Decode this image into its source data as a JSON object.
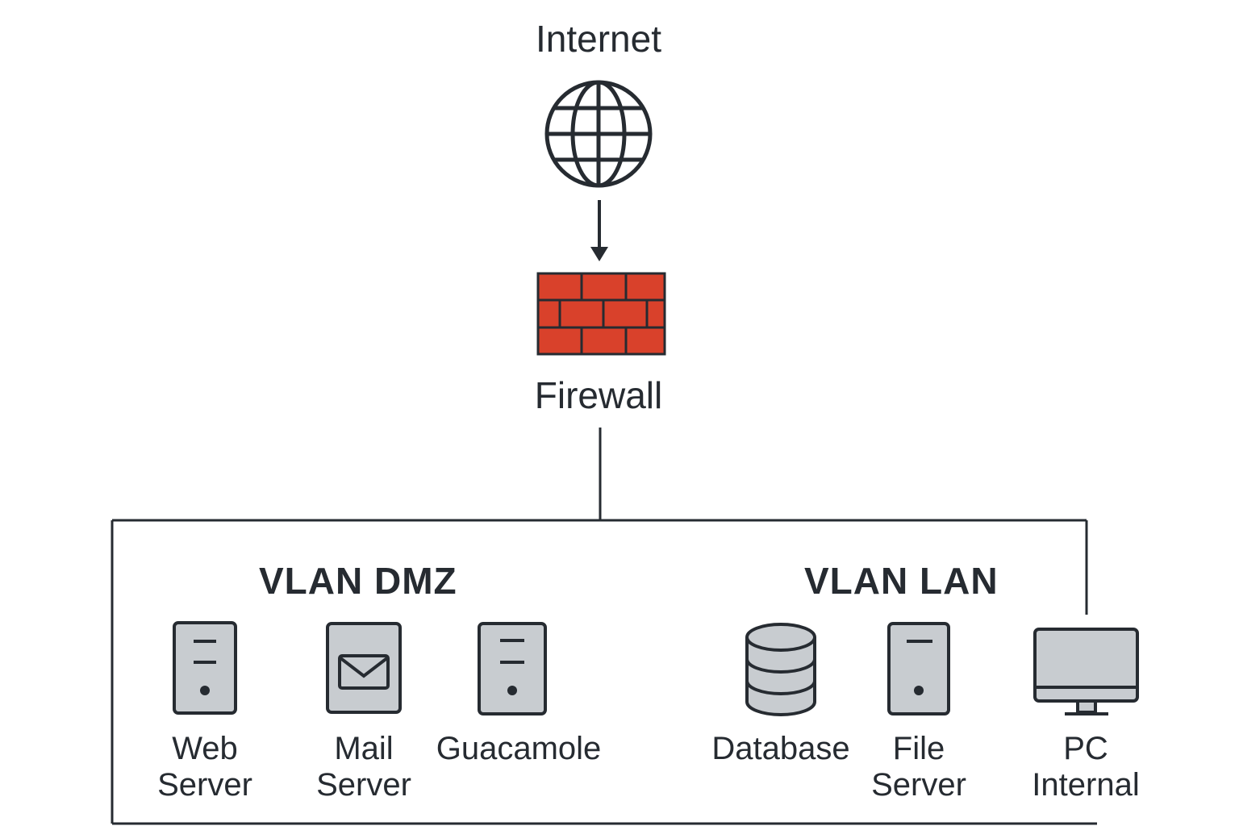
{
  "colors": {
    "stroke": "#262b31",
    "brick": "#d9412b",
    "device_fill": "#c8ccd0",
    "background": "#ffffff"
  },
  "top": {
    "internet": {
      "label": "Internet",
      "icon": "globe-icon"
    },
    "firewall": {
      "label": "Firewall",
      "icon": "brick-wall-icon"
    }
  },
  "dmz": {
    "title": "VLAN DMZ",
    "nodes": [
      {
        "icon": "server-tower-icon",
        "label_lines": [
          "Web",
          "Server"
        ]
      },
      {
        "icon": "mail-server-icon",
        "label_lines": [
          "Mail",
          "Server"
        ]
      },
      {
        "icon": "server-tower-icon",
        "label_lines": [
          "Guacamole"
        ]
      }
    ]
  },
  "lan": {
    "title": "VLAN LAN",
    "nodes": [
      {
        "icon": "database-icon",
        "label_lines": [
          "Database"
        ]
      },
      {
        "icon": "server-tower-icon",
        "label_lines": [
          "File",
          "Server"
        ]
      },
      {
        "icon": "monitor-icon",
        "label_lines": [
          "PC",
          "Internal"
        ]
      }
    ]
  }
}
